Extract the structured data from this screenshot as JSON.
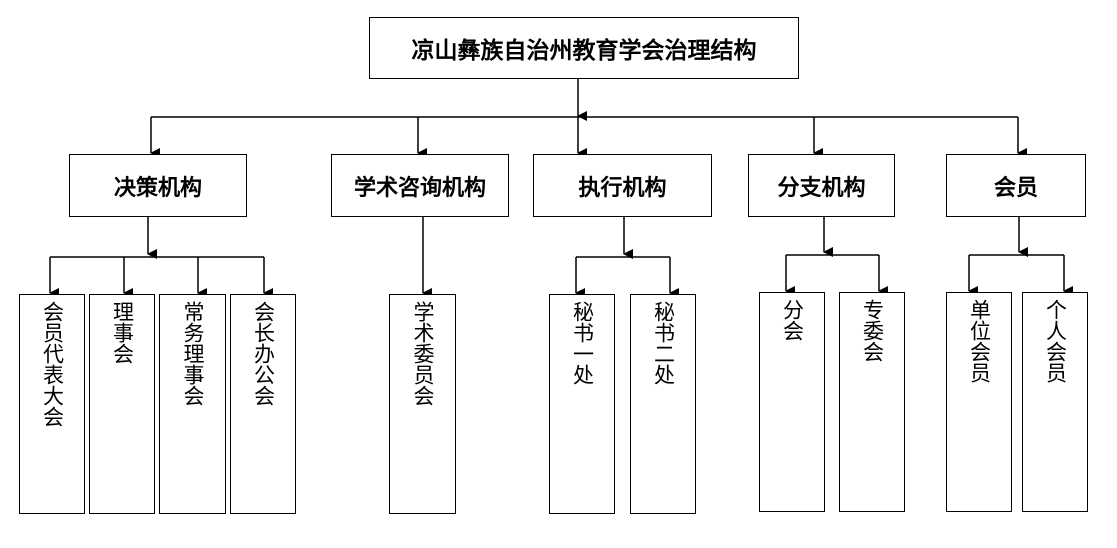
{
  "root": {
    "title": "凉山彝族自治州教育学会治理结构"
  },
  "categories": [
    {
      "label": "决策机构",
      "children": [
        "会员代表大会",
        "理事会",
        "常务理事会",
        "会长办公会"
      ]
    },
    {
      "label": "学术咨询机构",
      "children": [
        "学术委员会"
      ]
    },
    {
      "label": "执行机构",
      "children": [
        "秘书一处",
        "秘书二处"
      ]
    },
    {
      "label": "分支机构",
      "children": [
        "分会",
        "专委会"
      ]
    },
    {
      "label": "会员",
      "children": [
        "单位会员",
        "个人会员"
      ]
    }
  ]
}
